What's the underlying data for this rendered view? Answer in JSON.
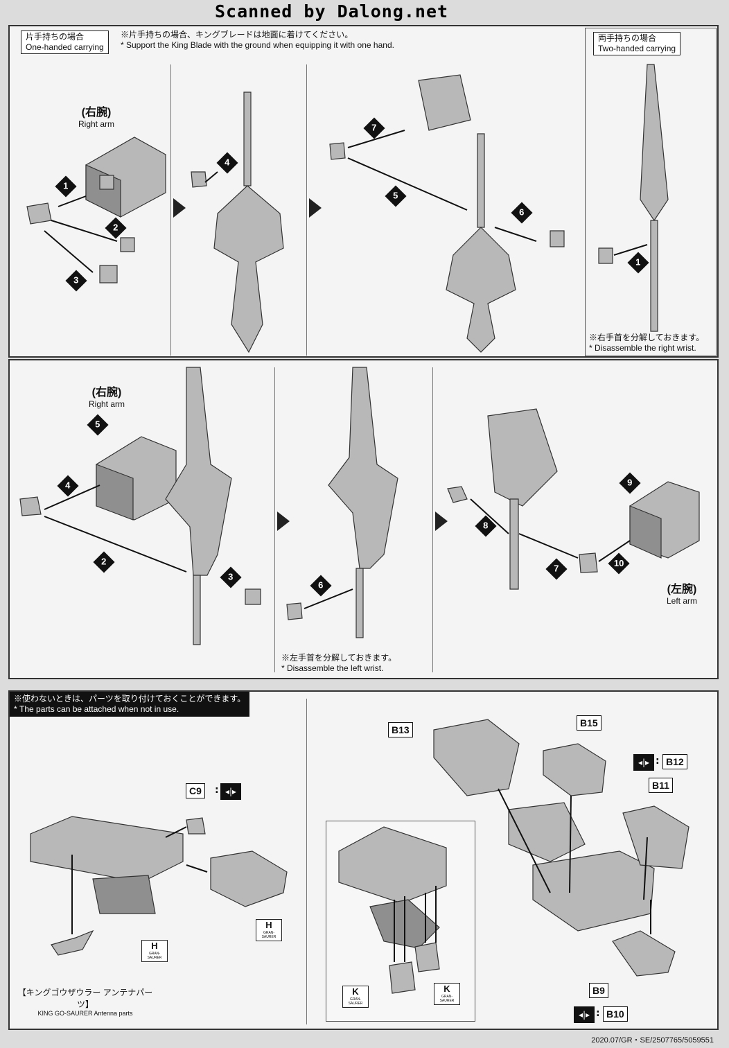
{
  "watermark": "Scanned by Dalong.net",
  "section1": {
    "one_hand_jp": "片手持ちの場合",
    "one_hand_en": "One-handed carrying",
    "note_jp": "※片手持ちの場合、キングブレードは地面に着けてください。",
    "note_en": "* Support the King Blade with the ground when equipping it with one hand.",
    "two_hand_jp": "両手持ちの場合",
    "two_hand_en": "Two-handed carrying",
    "right_arm_jp": "(右腕)",
    "right_arm_en": "Right arm",
    "wrist_note_jp": "※右手首を分解しておきます。",
    "wrist_note_en": "* Disassemble the right wrist.",
    "steps_a": [
      "1",
      "2",
      "3"
    ],
    "steps_b": [
      "4"
    ],
    "steps_c": [
      "7",
      "5",
      "6"
    ],
    "steps_d": [
      "1"
    ]
  },
  "section2": {
    "right_arm_jp": "(右腕)",
    "right_arm_en": "Right arm",
    "left_arm_jp": "(左腕)",
    "left_arm_en": "Left arm",
    "wrist_note_jp": "※左手首を分解しておきます。",
    "wrist_note_en": "* Disassemble the left wrist.",
    "steps_a": [
      "5",
      "4",
      "2",
      "3"
    ],
    "steps_b": [
      "6"
    ],
    "steps_c": [
      "8",
      "7",
      "9",
      "10"
    ]
  },
  "section3": {
    "note_jp": "※使わないときは、パーツを取り付けておくことができます。",
    "note_en": "* The parts can be attached when not in use.",
    "tag_c9": "C9",
    "tag_h1": "H",
    "tag_h2": "H",
    "gran_label": "GRAN-SAURER",
    "antenna_jp": "【キングゴウザウラー アンテナパーツ】",
    "antenna_en": "KING GO-SAURER Antenna parts",
    "tag_b13": "B13",
    "tag_b15": "B15",
    "tag_b12": "B12",
    "tag_b11": "B11",
    "tag_b9": "B9",
    "tag_b10": "B10",
    "tag_k1": "K",
    "tag_k2": "K",
    "colon": ":"
  },
  "footer": "2020.07/GR・SE/2507765/5059551"
}
